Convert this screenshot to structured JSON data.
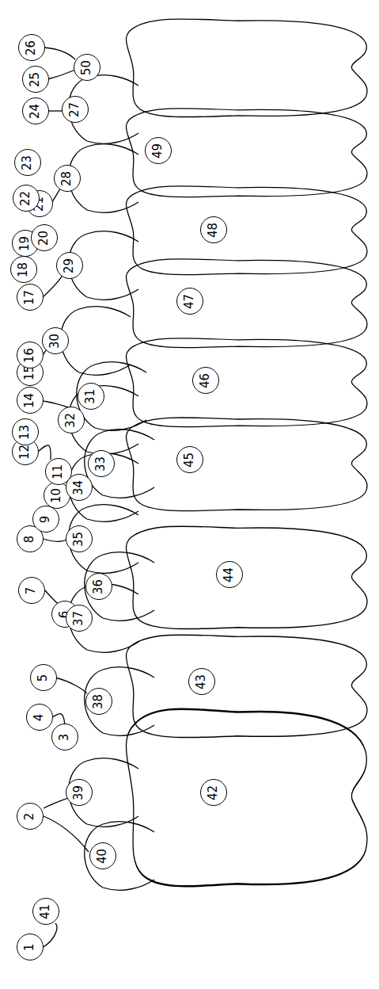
{
  "diagram": {
    "labels": [
      "1",
      "2",
      "3",
      "4",
      "5",
      "6",
      "7",
      "8",
      "9",
      "10",
      "11",
      "12",
      "13",
      "14",
      "15",
      "16",
      "17",
      "18",
      "19",
      "20",
      "21",
      "22",
      "23",
      "24",
      "25",
      "26",
      "27",
      "28",
      "29",
      "30",
      "31",
      "32",
      "33",
      "34",
      "35",
      "36",
      "37",
      "38",
      "39",
      "40",
      "41",
      "42",
      "43",
      "44",
      "45",
      "46",
      "47",
      "48",
      "49",
      "50"
    ]
  }
}
